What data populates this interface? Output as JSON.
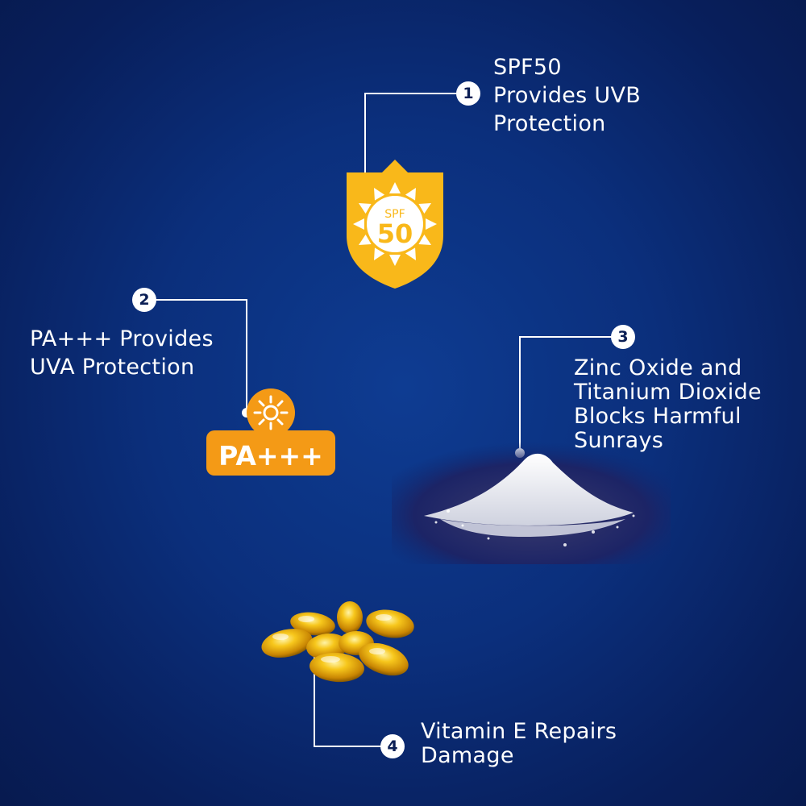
{
  "colors": {
    "background": "#0b2f7c",
    "accent_yellow": "#f9b81a",
    "accent_orange": "#f49a16",
    "text": "#ffffff"
  },
  "features": [
    {
      "number": "1",
      "lines": [
        "SPF50",
        "Provides UVB",
        "Protection"
      ],
      "icon": "spf50-shield-icon",
      "icon_text_top": "SPF",
      "icon_text_bottom": "50"
    },
    {
      "number": "2",
      "lines": [
        "PA+++ Provides",
        "UVA Protection"
      ],
      "icon": "pa-sun-badge-icon",
      "icon_text": "PA+++"
    },
    {
      "number": "3",
      "lines": [
        "Zinc Oxide and",
        "Titanium Dioxide",
        "Blocks Harmful",
        "Sunrays"
      ],
      "icon": "powder-pile-image"
    },
    {
      "number": "4",
      "lines": [
        "Vitamin E Repairs",
        "Damage"
      ],
      "icon": "vitamin-e-capsules-image"
    }
  ]
}
